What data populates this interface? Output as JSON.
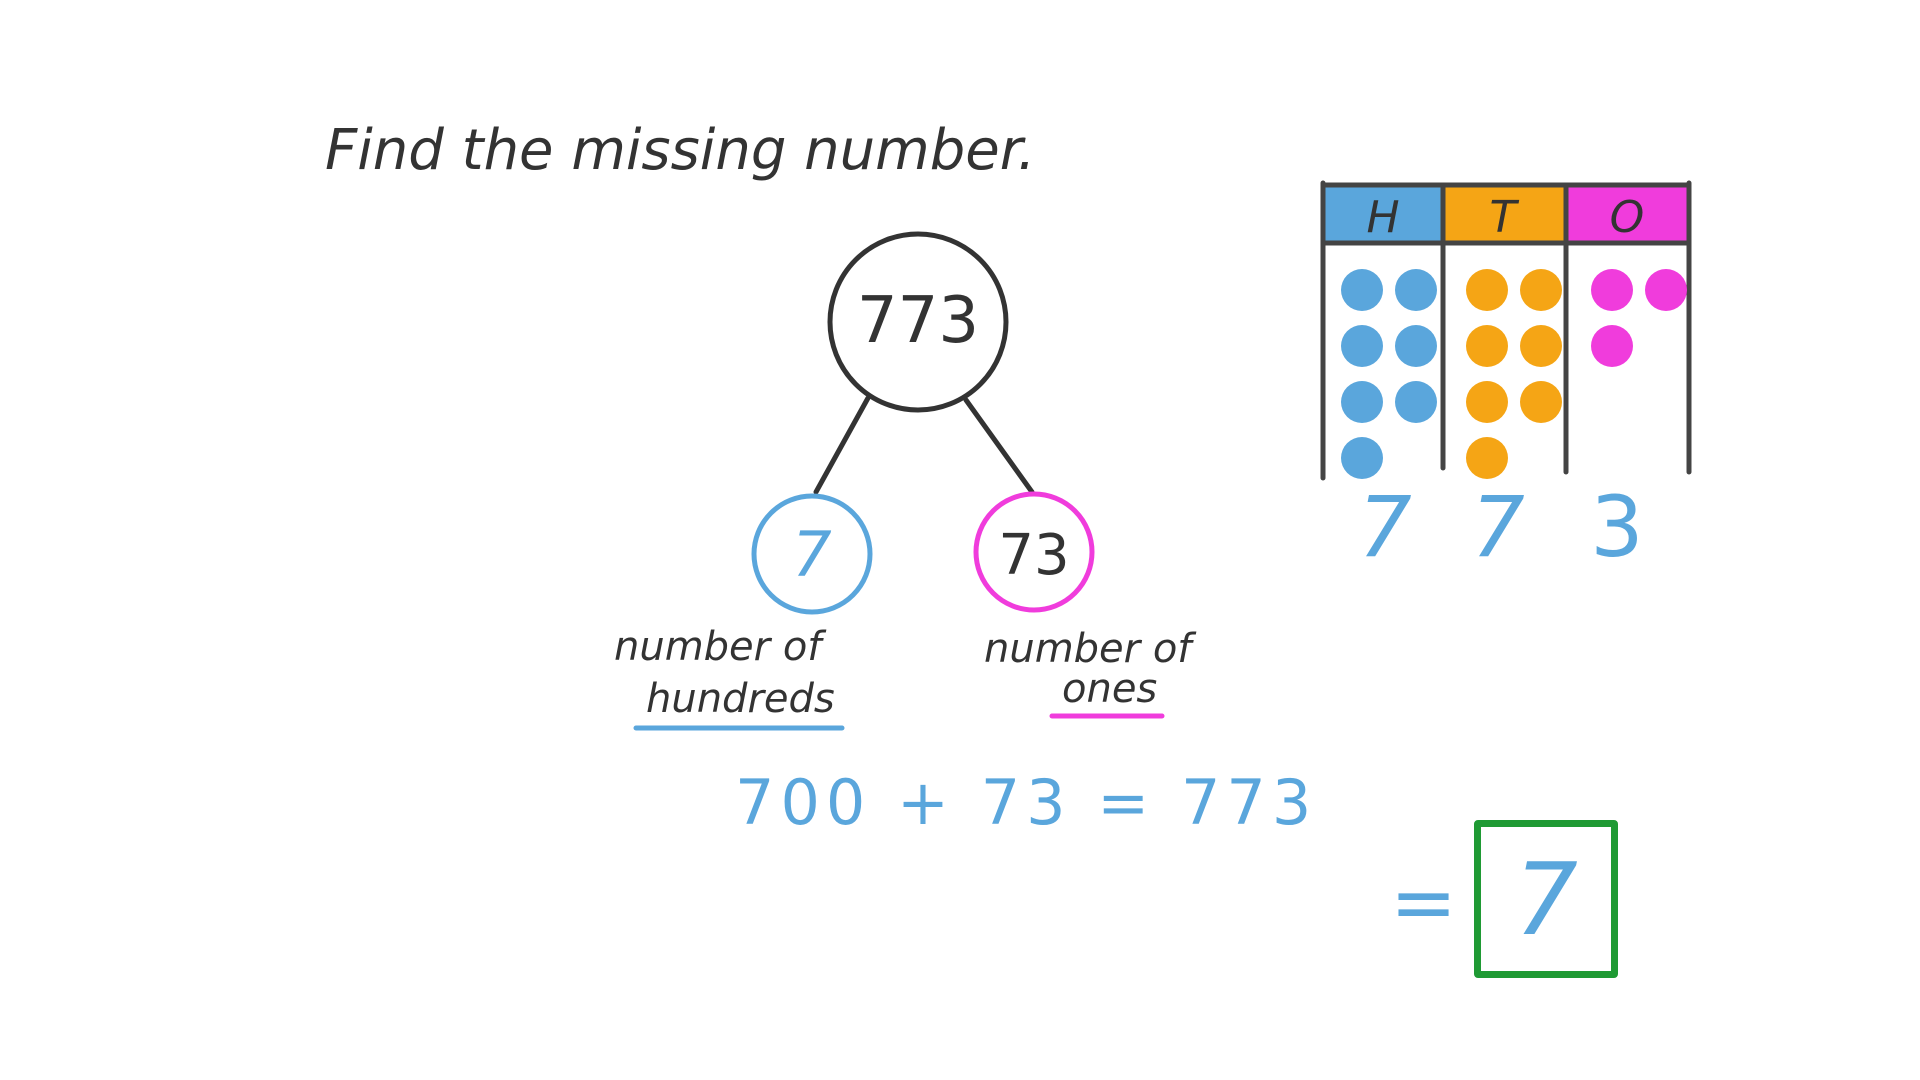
{
  "question": "Find the missing number.",
  "tree": {
    "top": "773",
    "left": "7",
    "right": "73",
    "left_label_line1": "number of",
    "left_label_line2": "hundreds",
    "right_label_line1": "number of",
    "right_label_line2": "ones"
  },
  "place_value_table": {
    "headers": [
      "H",
      "T",
      "O"
    ],
    "counters": [
      7,
      7,
      3
    ],
    "digits": [
      "7",
      "7",
      "3"
    ]
  },
  "equation": "700 + 73 = 773",
  "answer": {
    "equals": "=",
    "value": "7"
  },
  "colors": {
    "hundreds": "#5aa6dc",
    "tens": "#f5a515",
    "ones": "#f03cdc",
    "answer_box": "#1f9a34",
    "ink": "#333333"
  },
  "icons": [
    "place-value-counter"
  ]
}
